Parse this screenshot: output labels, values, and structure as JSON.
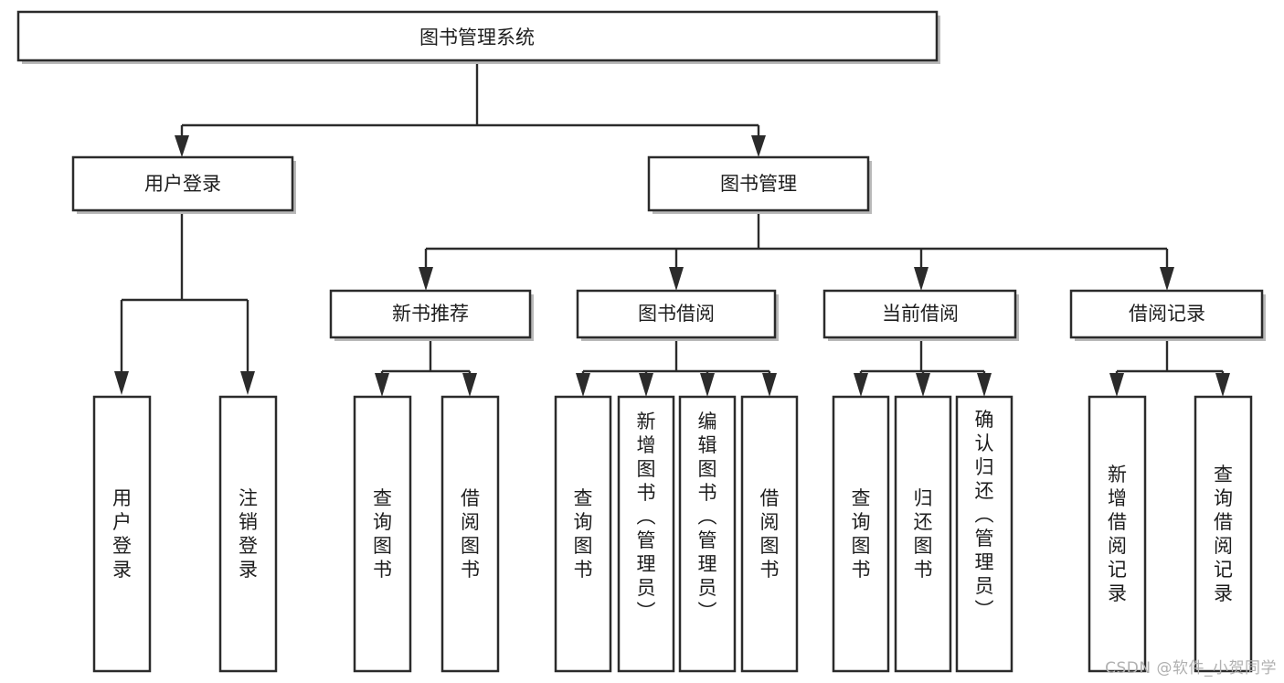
{
  "diagram": {
    "title": "图书管理系统",
    "type": "tree-hierarchy-diagram",
    "colors": {
      "box_stroke": "#2b2b2b",
      "box_fill": "#ffffff",
      "text": "#1d1d1d",
      "shadow": "#b9b9b9",
      "background": "#ffffff",
      "watermark": "#b0b0b0"
    },
    "root": {
      "label": "图书管理系统"
    },
    "level2": [
      {
        "label": "用户登录"
      },
      {
        "label": "图书管理"
      }
    ],
    "level3": [
      {
        "label": "新书推荐"
      },
      {
        "label": "图书借阅"
      },
      {
        "label": "当前借阅"
      },
      {
        "label": "借阅记录"
      }
    ],
    "leaves": {
      "user_login": [
        {
          "label": "用户登录"
        },
        {
          "label": "注销登录"
        }
      ],
      "new_book_recommend": [
        {
          "label": "查询图书"
        },
        {
          "label": "借阅图书"
        }
      ],
      "book_borrow": [
        {
          "label": "查询图书"
        },
        {
          "label": "新增图书（管理员）"
        },
        {
          "label": "编辑图书（管理员）"
        },
        {
          "label": "借阅图书"
        }
      ],
      "current_borrow": [
        {
          "label": "查询图书"
        },
        {
          "label": "归还图书"
        },
        {
          "label": "确认归还（管理员）"
        }
      ],
      "borrow_record": [
        {
          "label": "新增借阅记录"
        },
        {
          "label": "查询借阅记录"
        }
      ]
    }
  },
  "watermark": {
    "text": "CSDN @软件_小贺同学"
  }
}
